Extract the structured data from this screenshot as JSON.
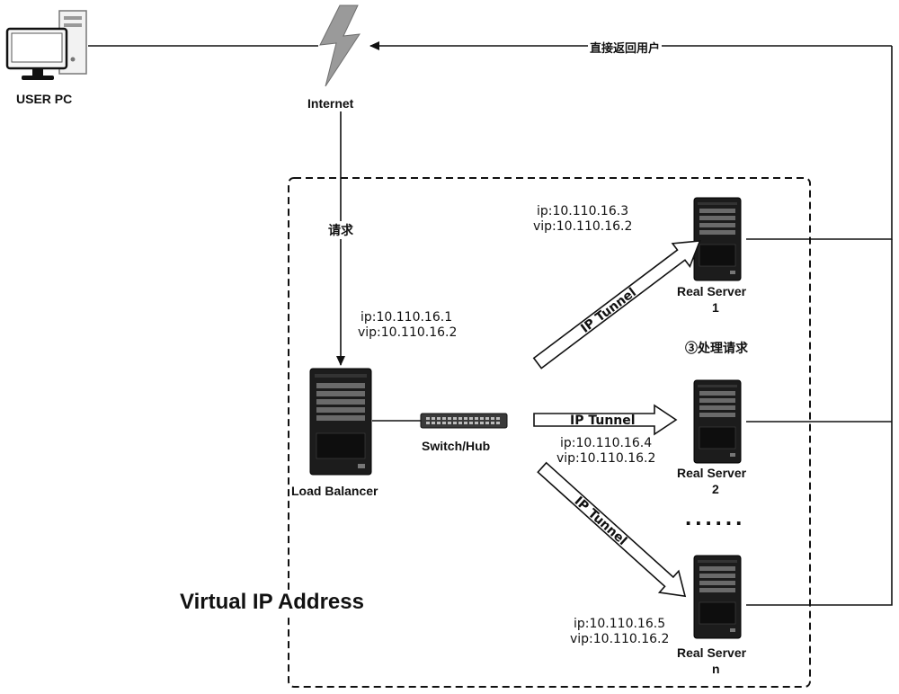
{
  "nodes": {
    "user_pc": "USER PC",
    "internet": "Internet",
    "load_balancer": {
      "name": "Load Balancer",
      "ip": "ip:10.110.16.1",
      "vip": "vip:10.110.16.2"
    },
    "switch": "Switch/Hub",
    "servers": [
      {
        "name": "Real Server",
        "num": "1",
        "ip": "ip:10.110.16.3",
        "vip": "vip:10.110.16.2"
      },
      {
        "name": "Real Server",
        "num": "2",
        "ip": "ip:10.110.16.4",
        "vip": "vip:10.110.16.2"
      },
      {
        "name": "Real Server",
        "num": "n",
        "ip": "ip:10.110.16.5",
        "vip": "vip:10.110.16.2"
      }
    ]
  },
  "edges": {
    "request": "请求",
    "direct_return": "直接返回用户",
    "process": "③处理请求",
    "tunnel": "IP Tunnel"
  },
  "ellipsis": "......",
  "region_label": "Virtual IP Address"
}
